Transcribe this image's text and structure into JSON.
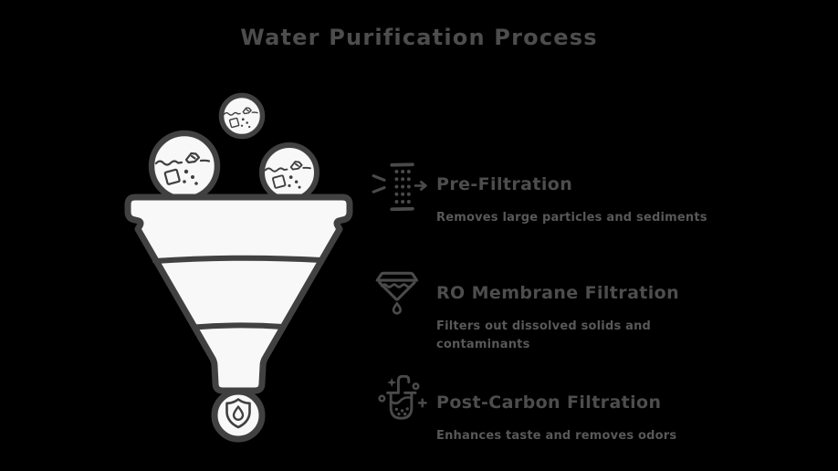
{
  "page": {
    "title": "Water Purification Process",
    "background_color": "#000000"
  },
  "colors": {
    "heading_text": "#4d4d4d",
    "stage_title_text": "#4d4d4d",
    "stage_description_text": "#585858",
    "funnel_fill": "#f8f8f8",
    "funnel_outline": "#414141",
    "doodle_stroke": "#3f3f3f",
    "stage_icon_stroke": "#4a4a4a"
  },
  "funnel_illustration": {
    "name": "water-purification-funnel",
    "inlet_bubbles": [
      {
        "name": "dirty-water-bubble-top",
        "icon": "contaminated-water-icon"
      },
      {
        "name": "dirty-water-bubble-left",
        "icon": "contaminated-water-icon"
      },
      {
        "name": "dirty-water-bubble-right",
        "icon": "contaminated-water-icon"
      }
    ],
    "outlet_badge": {
      "name": "clean-water-badge",
      "icon": "shield-water-drop-icon"
    }
  },
  "stages": [
    {
      "id": "pre-filtration",
      "icon": "pre-filter-screen-icon",
      "title": "Pre-Filtration",
      "description": "Removes large particles and sediments"
    },
    {
      "id": "ro-membrane-filtration",
      "icon": "ro-membrane-funnel-icon",
      "title": "RO Membrane Filtration",
      "description": "Filters out dissolved solids and contaminants"
    },
    {
      "id": "post-carbon-filtration",
      "icon": "carbon-filter-vessel-icon",
      "title": "Post-Carbon Filtration",
      "description": "Enhances taste and removes odors"
    }
  ]
}
